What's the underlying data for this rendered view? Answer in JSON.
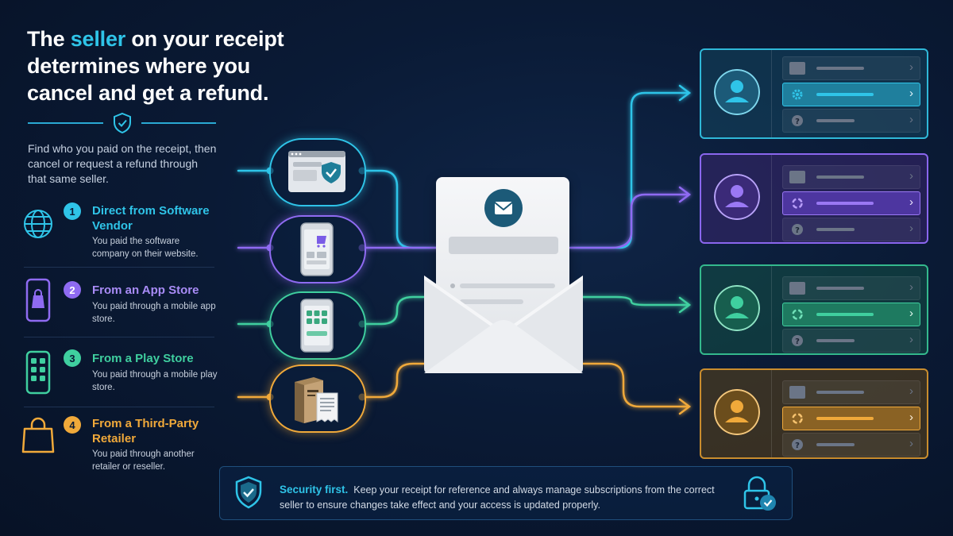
{
  "headline": {
    "before": "The ",
    "accent": "seller",
    "after": " on your receipt determines where you cancel and get a refund."
  },
  "intro": "Find who you paid on the receipt, then cancel or request a refund through that same seller.",
  "items": [
    {
      "num": "1",
      "title": "Direct from Software Vendor",
      "desc": "You paid the software company on their website.",
      "color": "#2fc4e8",
      "icon": "globe-icon"
    },
    {
      "num": "2",
      "title": "From an App Store",
      "desc": "You paid through a mobile app store.",
      "color": "#8f6bf2",
      "icon": "phone-bag-icon"
    },
    {
      "num": "3",
      "title": "From a Play Store",
      "desc": "You paid through a mobile play store.",
      "color": "#3fcf9f",
      "icon": "phone-grid-icon"
    },
    {
      "num": "4",
      "title": "From a Third-Party Retailer",
      "desc": "You paid through another retailer or reseller.",
      "color": "#f0a93a",
      "icon": "shopping-bag-icon"
    }
  ],
  "panels": [
    {
      "color": "#2fc4e8",
      "active_icon": "gear-icon"
    },
    {
      "color": "#8f6bf2",
      "active_icon": "refresh-icon"
    },
    {
      "color": "#3fcf9f",
      "active_icon": "refresh-icon"
    },
    {
      "color": "#f0a93a",
      "active_icon": "refresh-icon"
    }
  ],
  "security": {
    "title": "Security first.",
    "text": "Keep your receipt for reference and always manage subscriptions from the correct seller to ensure changes take effect and your access is updated properly."
  }
}
